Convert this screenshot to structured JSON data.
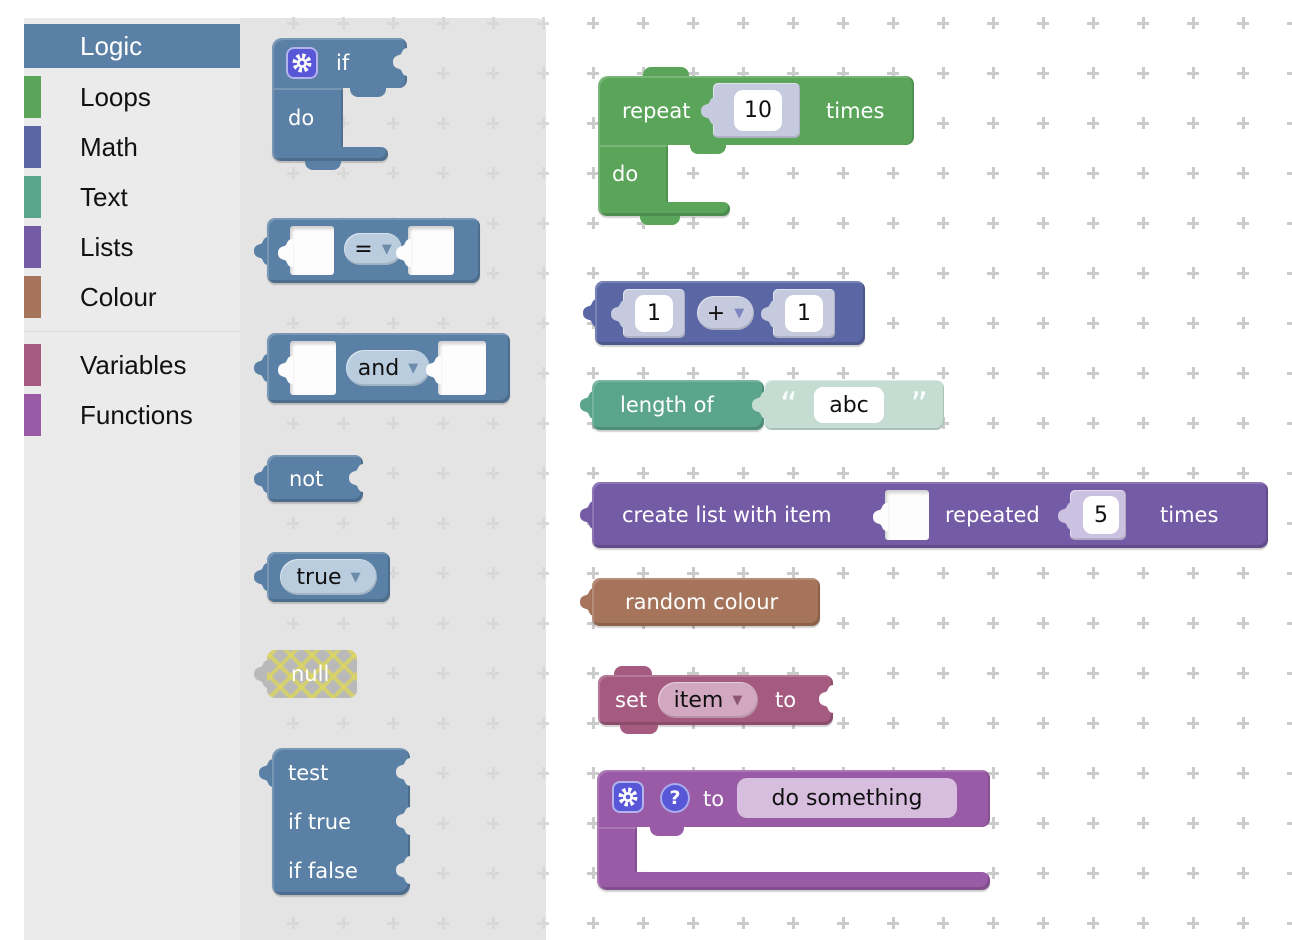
{
  "theme": {
    "logic": "#5b80a5",
    "loops": "#5ba55b",
    "math": "#5b67a5",
    "text": "#5ba58c",
    "lists": "#745ba5",
    "colour": "#a5745b",
    "variables": "#a55b80",
    "functions": "#995ba5",
    "toolbox_bg": "#ebebeb",
    "flyout_bg": "#e4e4e4",
    "workspace_bg": "#ffffff",
    "icon_bg": "#5857d8",
    "disabled_block": "#b9b9b9"
  },
  "icons": {
    "dropdown_arrow": "▼"
  },
  "toolbox": {
    "categories": [
      {
        "label": "Logic",
        "selected": true
      },
      {
        "label": "Loops",
        "selected": false
      },
      {
        "label": "Math",
        "selected": false
      },
      {
        "label": "Text",
        "selected": false
      },
      {
        "label": "Lists",
        "selected": false
      },
      {
        "label": "Colour",
        "selected": false
      },
      {
        "label": "Variables",
        "selected": false
      },
      {
        "label": "Functions",
        "selected": false
      }
    ]
  },
  "flyout": {
    "if_block": {
      "if_label": "if",
      "do_label": "do"
    },
    "compare_block": {
      "operator": "="
    },
    "and_block": {
      "operator": "and"
    },
    "not_block": {
      "label": "not"
    },
    "boolean_block": {
      "value": "true"
    },
    "null_block": {
      "label": "null"
    },
    "ternary_block": {
      "row1": "test",
      "row2": "if true",
      "row3": "if false"
    }
  },
  "workspace": {
    "repeat_block": {
      "label_repeat": "repeat",
      "count": "10",
      "label_times": "times",
      "label_do": "do"
    },
    "arithmetic_block": {
      "left_value": "1",
      "operator": "+",
      "right_value": "1"
    },
    "length_of_block": {
      "label": "length of",
      "open_quote": "“",
      "value": "abc",
      "close_quote": "”"
    },
    "create_list_block": {
      "label_prefix": "create list with item",
      "label_repeated": "repeated",
      "count": "5",
      "label_times": "times"
    },
    "random_colour_block": {
      "label": "random colour"
    },
    "set_variable_block": {
      "label_set": "set",
      "variable": "item",
      "label_to": "to"
    },
    "function_block": {
      "help": "?",
      "label_to": "to",
      "name": "do something"
    }
  }
}
